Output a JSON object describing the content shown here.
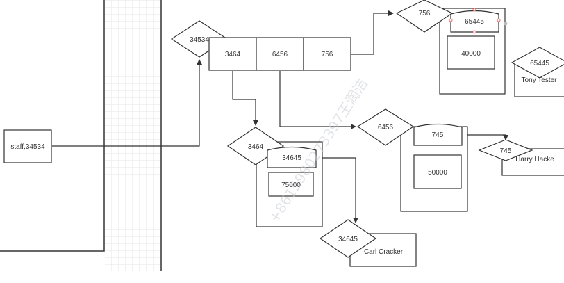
{
  "diagram": {
    "nodes": {
      "staff": "staff,34534",
      "d_top": "34534",
      "cell_1": "3464",
      "cell_2": "6456",
      "cell_3": "756",
      "d_756": "756",
      "node_756_key": "65445",
      "node_756_val": "40000",
      "tony_key": "65445",
      "tony_name": "Tony Tester",
      "d_3464": "3464",
      "node_3464_key": "34645",
      "node_3464_val": "75000",
      "d_6456": "6456",
      "node_6456_key": "745",
      "node_6456_val": "50000",
      "d_745": "745",
      "harry_name": "Harry Hacke",
      "d_34645": "34645",
      "carl_name": "Carl Cracker"
    }
  },
  "watermark": "+8615980273397王润洁",
  "colors": {
    "stroke": "#333333",
    "grid": "#e6e6e6",
    "selection_handle": "#e06666",
    "watermark": "#c9cdd3"
  }
}
